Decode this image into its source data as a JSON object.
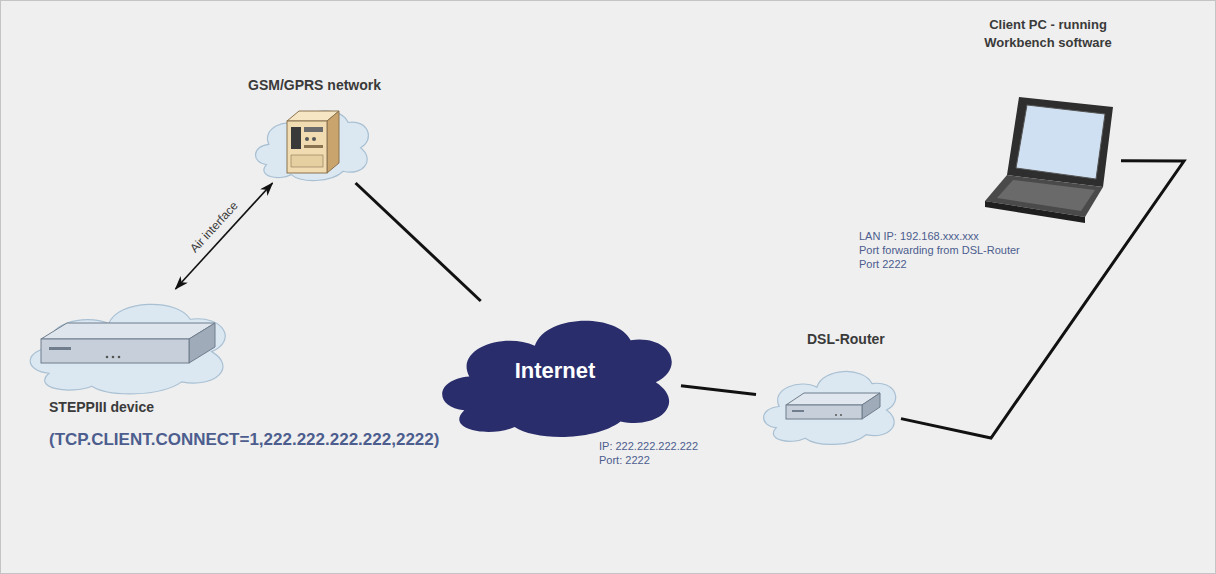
{
  "diagram": {
    "nodes": [
      {
        "text": [
          "GSM/GPRS network"
        ]
      },
      {
        "text": [
          "Client PC - running Workbench software",
          "LAN IP: 192.168.xxx.xxx",
          "Port forwarding from DSL-Router",
          "Port 2222"
        ]
      },
      {
        "text": [
          "STEPPIII device",
          "(TCP.CLIENT.CONNECT=1,222.222.222.222,2222)"
        ]
      },
      {
        "text": [
          "Internet"
        ]
      },
      {
        "text": [
          "DSL-Router"
        ]
      }
    ],
    "edges": [
      {
        "from": 2,
        "to": 0,
        "arrow": "both",
        "label": "Air interface"
      },
      {
        "from": 0,
        "to": 3,
        "arrow": "none"
      },
      {
        "from": 3,
        "to": 4,
        "arrow": "none"
      },
      {
        "from": 4,
        "to": 1,
        "arrow": "none"
      }
    ],
    "labels": [
      "IP: 222.222.222.222",
      "Port: 2222"
    ]
  }
}
